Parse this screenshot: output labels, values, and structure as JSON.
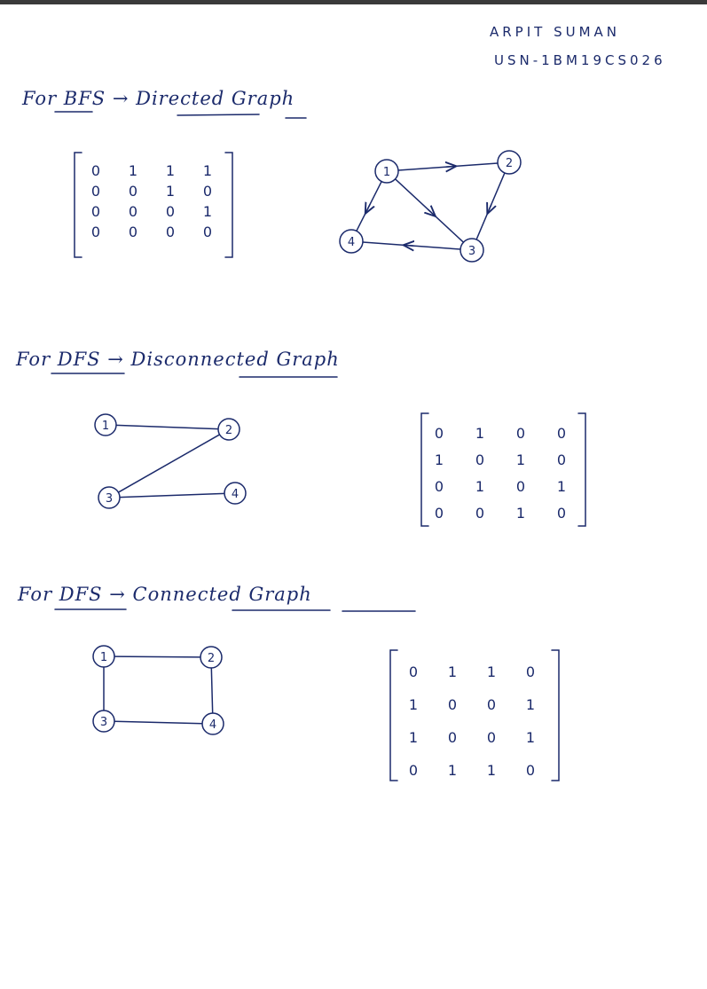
{
  "author": {
    "name": "ARPIT SUMAN",
    "usn": "USN-1BM19CS026"
  },
  "sections": [
    {
      "heading": "For BFS → Directed Graph",
      "matrix": [
        [
          0,
          1,
          1,
          1
        ],
        [
          0,
          0,
          1,
          0
        ],
        [
          0,
          0,
          0,
          1
        ],
        [
          0,
          0,
          0,
          0
        ]
      ],
      "graph": {
        "directed": true,
        "nodes": [
          "1",
          "2",
          "3",
          "4"
        ],
        "edges": [
          [
            "1",
            "2"
          ],
          [
            "1",
            "3"
          ],
          [
            "1",
            "4"
          ],
          [
            "2",
            "3"
          ],
          [
            "3",
            "4"
          ]
        ]
      }
    },
    {
      "heading": "For DFS → Disconnected Graph",
      "matrix": [
        [
          0,
          1,
          0,
          0
        ],
        [
          1,
          0,
          1,
          0
        ],
        [
          0,
          1,
          0,
          1
        ],
        [
          0,
          0,
          1,
          0
        ]
      ],
      "graph": {
        "directed": false,
        "nodes": [
          "1",
          "2",
          "3",
          "4"
        ],
        "edges": [
          [
            "1",
            "2"
          ],
          [
            "2",
            "3"
          ],
          [
            "3",
            "4"
          ]
        ]
      }
    },
    {
      "heading": "For DFS → Connected Graph",
      "matrix": [
        [
          0,
          1,
          1,
          0
        ],
        [
          1,
          0,
          0,
          1
        ],
        [
          1,
          0,
          0,
          1
        ],
        [
          0,
          1,
          1,
          0
        ]
      ],
      "graph": {
        "directed": false,
        "nodes": [
          "1",
          "2",
          "3",
          "4"
        ],
        "edges": [
          [
            "1",
            "2"
          ],
          [
            "1",
            "3"
          ],
          [
            "2",
            "4"
          ],
          [
            "3",
            "4"
          ]
        ]
      }
    }
  ],
  "colors": {
    "ink": "#1b2a6b",
    "paper": "#ffffff",
    "topbar": "#3a3a3a"
  }
}
